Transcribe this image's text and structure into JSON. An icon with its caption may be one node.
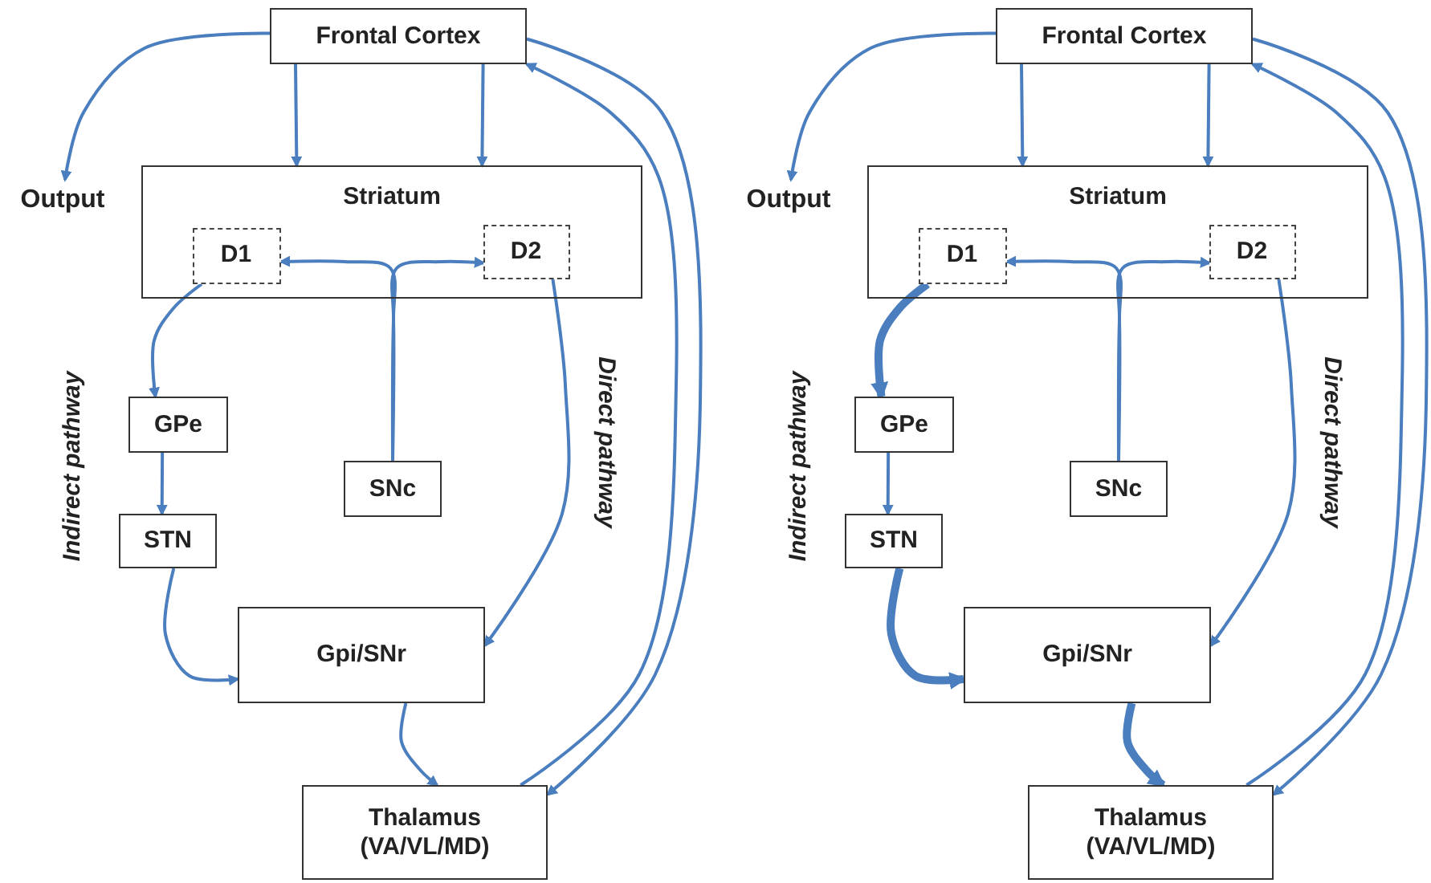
{
  "diagram": {
    "nodes": [
      {
        "text": [
          "Frontal Cortex"
        ]
      },
      {
        "text": [
          "Output"
        ]
      },
      {
        "text": [
          "Striatum"
        ]
      },
      {
        "text": [
          "D1"
        ],
        "in": 2
      },
      {
        "text": [
          "D2"
        ],
        "in": 2
      },
      {
        "text": [
          "GPe"
        ]
      },
      {
        "text": [
          "SNc"
        ]
      },
      {
        "text": [
          "STN"
        ]
      },
      {
        "text": [
          "Gpi/SNr"
        ]
      },
      {
        "text": [
          "Thalamus (VA/VL/MD)"
        ]
      },
      {
        "text": [
          "Frontal Cortex"
        ]
      },
      {
        "text": [
          "Output"
        ]
      },
      {
        "text": [
          "Striatum"
        ]
      },
      {
        "text": [
          "D1"
        ],
        "in": 12
      },
      {
        "text": [
          "D2"
        ],
        "in": 12
      },
      {
        "text": [
          "GPe"
        ]
      },
      {
        "text": [
          "SNc"
        ]
      },
      {
        "text": [
          "STN"
        ]
      },
      {
        "text": [
          "Gpi/SNr"
        ]
      },
      {
        "text": [
          "Thalamus (VA/VL/MD)"
        ]
      }
    ],
    "edges": [
      {
        "from": 0,
        "to": 1,
        "arrow": "to"
      },
      {
        "from": 0,
        "to": 2,
        "arrow": "to"
      },
      {
        "from": 0,
        "to": 2,
        "arrow": "to"
      },
      {
        "from": 0,
        "to": 9,
        "arrow": "to"
      },
      {
        "from": 9,
        "to": 0,
        "arrow": "to"
      },
      {
        "from": 3,
        "to": 5,
        "arrow": "to"
      },
      {
        "from": 5,
        "to": 7,
        "arrow": "to"
      },
      {
        "from": 7,
        "to": 8,
        "arrow": "to"
      },
      {
        "from": 4,
        "to": 8,
        "arrow": "to"
      },
      {
        "from": 6,
        "to": 3,
        "arrow": "to"
      },
      {
        "from": 6,
        "to": 4,
        "arrow": "to"
      },
      {
        "from": 8,
        "to": 9,
        "arrow": "to"
      },
      {
        "from": 10,
        "to": 11,
        "arrow": "to"
      },
      {
        "from": 10,
        "to": 12,
        "arrow": "to"
      },
      {
        "from": 10,
        "to": 12,
        "arrow": "to"
      },
      {
        "from": 10,
        "to": 19,
        "arrow": "to"
      },
      {
        "from": 19,
        "to": 10,
        "arrow": "to"
      },
      {
        "from": 13,
        "to": 15,
        "arrow": "to",
        "style": "thick"
      },
      {
        "from": 15,
        "to": 17,
        "arrow": "to"
      },
      {
        "from": 17,
        "to": 18,
        "arrow": "to",
        "style": "thick"
      },
      {
        "from": 14,
        "to": 18,
        "arrow": "to"
      },
      {
        "from": 16,
        "to": 13,
        "arrow": "to"
      },
      {
        "from": 16,
        "to": 14,
        "arrow": "to"
      },
      {
        "from": 18,
        "to": 19,
        "arrow": "to",
        "style": "thick"
      }
    ],
    "labels": [
      "Indirect pathway",
      "Direct pathway",
      "Indirect pathway",
      "Direct pathway"
    ]
  }
}
